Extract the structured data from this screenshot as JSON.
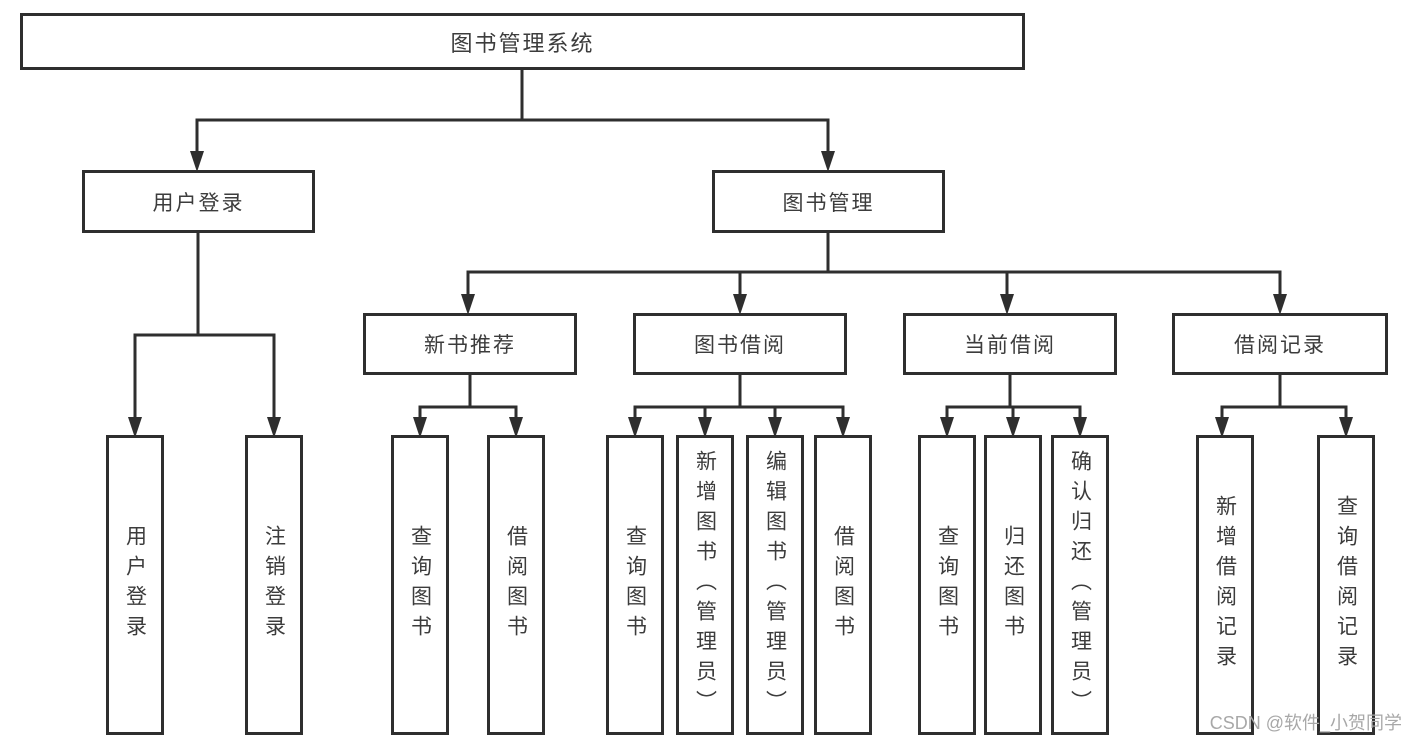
{
  "tree": {
    "root": "图书管理系统",
    "login": {
      "label": "用户登录",
      "children": [
        "用户登录",
        "注销登录"
      ]
    },
    "mgmt": {
      "label": "图书管理",
      "groups": [
        {
          "label": "新书推荐",
          "children": [
            "查询图书",
            "借阅图书"
          ]
        },
        {
          "label": "图书借阅",
          "children": [
            "查询图书",
            "新增图书（管理员）",
            "编辑图书（管理员）",
            "借阅图书"
          ]
        },
        {
          "label": "当前借阅",
          "children": [
            "查询图书",
            "归还图书",
            "确认归还（管理员）"
          ]
        },
        {
          "label": "借阅记录",
          "children": [
            "新增借阅记录",
            "查询借阅记录"
          ]
        }
      ]
    }
  },
  "watermark": "CSDN @软件_小贺同学",
  "colors": {
    "line": "#2e2e2e",
    "text": "#3c3c3c",
    "box_background": "#ffffff",
    "watermark": "#a8a8a8"
  }
}
